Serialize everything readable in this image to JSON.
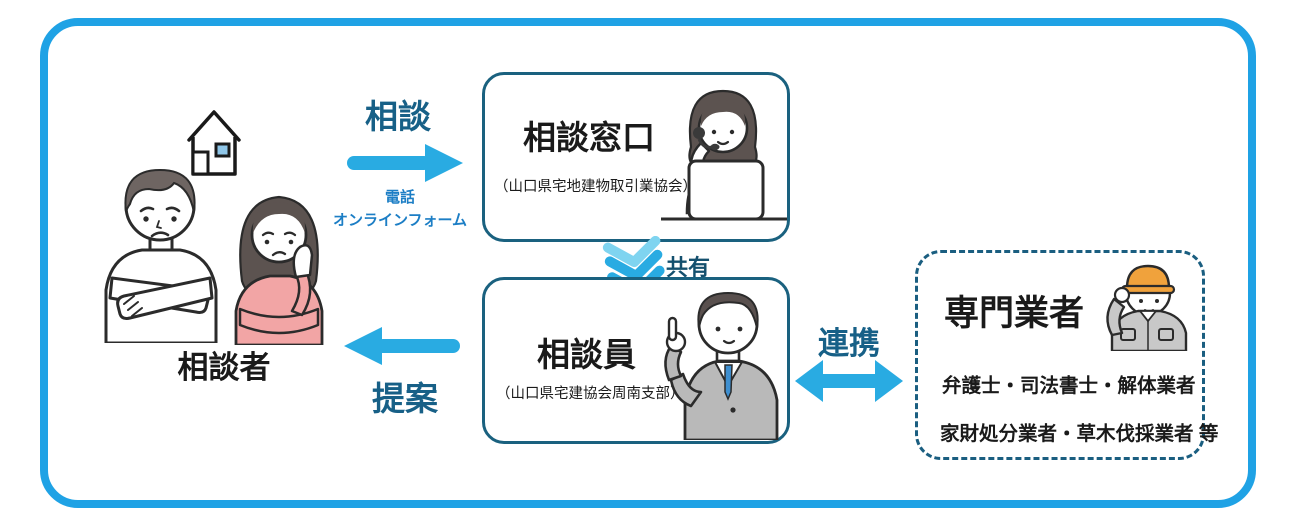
{
  "consulters": {
    "label": "相談者"
  },
  "consult": {
    "label": "相談",
    "method_phone": "電話",
    "method_online": "オンラインフォーム"
  },
  "reception": {
    "title": "相談窓口",
    "subtitle": "（山口県宅地建物取引業協会）"
  },
  "share": {
    "label": "共有"
  },
  "consultant": {
    "title": "相談員",
    "subtitle": "（山口県宅建協会周南支部）"
  },
  "proposal": {
    "label": "提案"
  },
  "cooperation": {
    "label": "連携"
  },
  "specialists": {
    "title": "専門業者",
    "line1": "弁護士・司法書士・解体業者",
    "line2": "家財処分業者・草木伐採業者 等"
  },
  "colors": {
    "frame_accent": "#1FA2E5",
    "arrow_accent": "#29ABE2",
    "chevron_light": "#7FD4F0",
    "label_dark": "#176087",
    "share_label_dark": "#14506E",
    "box_border_solid": "#1A617F",
    "box_border_dashed": "#1A5E80",
    "method_blue": "#1C7EC5",
    "text_black": "#1A1A1A",
    "helmet_orange": "#F0A23C",
    "woman_top_pink": "#F2A5A5",
    "suit_gray": "#B9B9B9",
    "uniform_gray": "#C8C8C8",
    "hair_dark": "#5C5350"
  }
}
